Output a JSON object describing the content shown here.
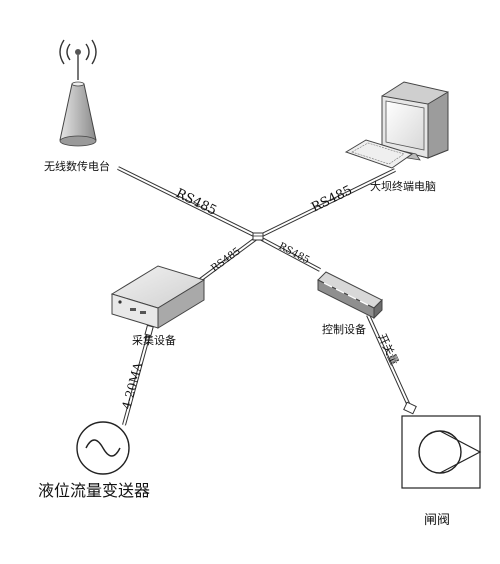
{
  "nodes": {
    "radio": {
      "label": "无线数传电台"
    },
    "dam_pc": {
      "label": "大坝终端电脑"
    },
    "collector": {
      "label": "采集设备"
    },
    "controller": {
      "label": "控制设备"
    },
    "transmitter": {
      "label": "液位流量变送器"
    },
    "gate": {
      "label": "闸阀"
    }
  },
  "links": {
    "radio_link": "RS485",
    "pc_link": "RS485",
    "collector_link": "RS485",
    "controller_link": "RS485",
    "analog_link": "4-20MA",
    "switch_link": "开关量"
  }
}
